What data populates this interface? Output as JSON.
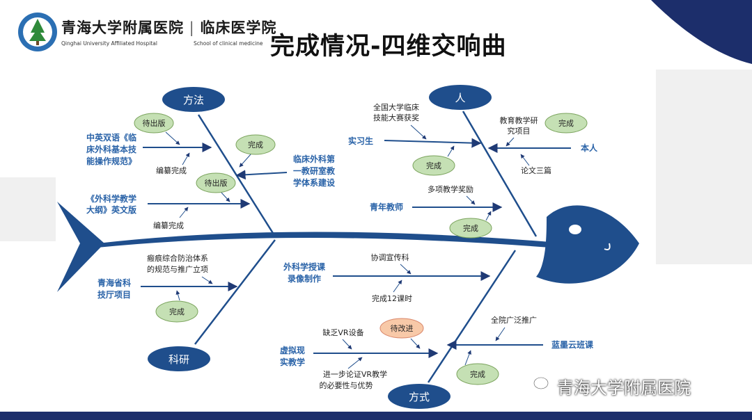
{
  "header": {
    "logo_cn": "青海大学附属医院",
    "logo_cn_right": "临床医学院",
    "logo_en_left": "Qinghai University Affiliated Hospital",
    "logo_en_right": "School of clinical medicine",
    "title": "完成情况-四维交响曲"
  },
  "diagram": {
    "categories": {
      "method": "方法",
      "people": "人",
      "research": "科研",
      "mode": "方式"
    },
    "method_items": {
      "item1_l1": "中英双语《临",
      "item1_l2": "床外科基本技",
      "item1_l3": "能操作规范》",
      "item1_status": "待出版",
      "item1_note": "编纂完成",
      "item2_l1": "《外科学教学",
      "item2_l2": "大纲》英文版",
      "item2_status": "待出版",
      "item2_note": "编纂完成",
      "item3_l1": "临床外科第",
      "item3_l2": "一教研室教",
      "item3_l3": "学体系建设",
      "item3_status": "完成"
    },
    "people_items": {
      "internship": "实习生",
      "internship_note_l1": "全国大学临床",
      "internship_note_l2": "技能大赛获奖",
      "internship_status": "完成",
      "self": "本人",
      "self_note_l1": "教育教学研",
      "self_note_l2": "究项目",
      "self_status": "完成",
      "self_note2": "论文三篇",
      "young": "青年教师",
      "young_note": "多项教学奖励",
      "young_status": "完成"
    },
    "research_items": {
      "project_l1": "青海省科",
      "project_l2": "技厅项目",
      "project_note_l1": "瘢痕综合防治体系",
      "project_note_l2": "的规范与推广立项",
      "project_status": "完成"
    },
    "mode_items": {
      "video_l1": "外科学授课",
      "video_l2": "录像制作",
      "video_note": "协调宣传科",
      "video_note2": "完成12课时",
      "vr_l1": "虚拟现",
      "vr_l2": "实教学",
      "vr_note": "缺乏VR设备",
      "vr_status": "待改进",
      "vr_note2_l1": "进一步论证VR教学",
      "vr_note2_l2": "的必要性与优势",
      "cloud": "蓝墨云班课",
      "cloud_note": "全院广泛推广",
      "cloud_status": "完成"
    }
  },
  "footer": {
    "watermark": "青海大学附属医院"
  },
  "colors": {
    "navy": "#1f3a75",
    "label_blue": "#2a63a8",
    "green_fill": "#c5e0b4",
    "green_stroke": "#7aa35c",
    "orange_fill": "#f8c9a8",
    "orange_stroke": "#d9866a"
  }
}
